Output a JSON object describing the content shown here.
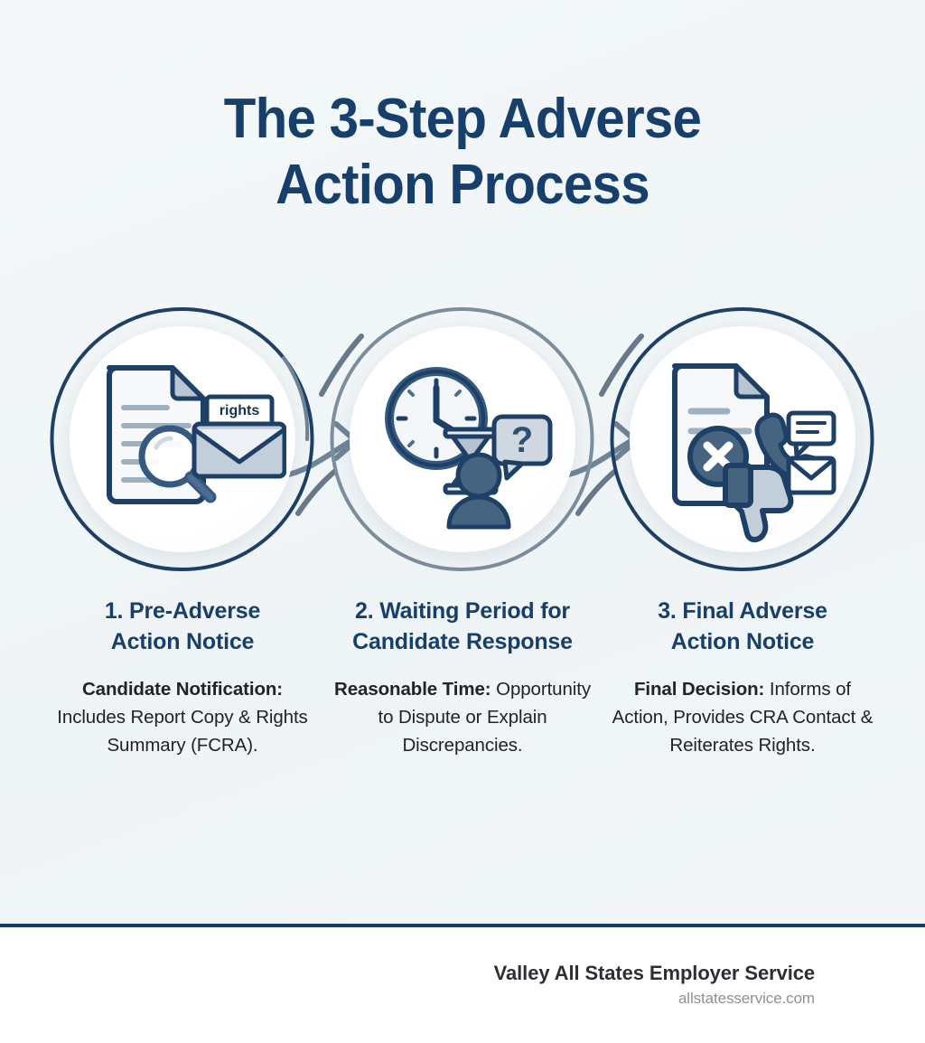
{
  "colors": {
    "background": "#f2f6f8",
    "navy": "#173f6b",
    "ring_dark": "#1e3f66",
    "ring_light": "#6f8496",
    "arrow": "#6f8496",
    "icon_dark": "#1e3f66",
    "icon_mid": "#486泥",
    "body_text": "#202327",
    "footer_rule": "#123a6b",
    "footer_url": "#8a9198"
  },
  "title": {
    "line1": "The 3-Step Adverse",
    "line2": "Action Process"
  },
  "steps": [
    {
      "heading_line1": "1. Pre-Adverse",
      "heading_line2": "Action Notice",
      "body_lead": "Candidate Notification:",
      "body_rest": " Includes Report Copy & Rights Summary (FCRA).",
      "icon_name": "document-magnifier-rights-envelope-icon",
      "envelope_label": "rights",
      "ring_style": "dark"
    },
    {
      "heading_line1": "2. Waiting Period for",
      "heading_line2": "Candidate Response",
      "body_lead": "Reasonable Time:",
      "body_rest": " Opportunity to Dispute or Explain Discrepancies.",
      "icon_name": "clock-hourglass-person-question-icon",
      "envelope_label": "",
      "ring_style": "light"
    },
    {
      "heading_line1": "3. Final Adverse",
      "heading_line2": "Action Notice",
      "body_lead": "Final Decision:",
      "body_rest": " Informs of Action, Provides CRA Contact & Reiterates Rights.",
      "icon_name": "rejected-document-thumbsdown-contact-icon",
      "envelope_label": "",
      "ring_style": "dark"
    }
  ],
  "connectors": [
    {
      "name": "arrow-step1-to-step2"
    },
    {
      "name": "arrow-step2-to-step3"
    }
  ],
  "footer": {
    "company": "Valley All States Employer Service",
    "url": "allstatesservice.com"
  }
}
